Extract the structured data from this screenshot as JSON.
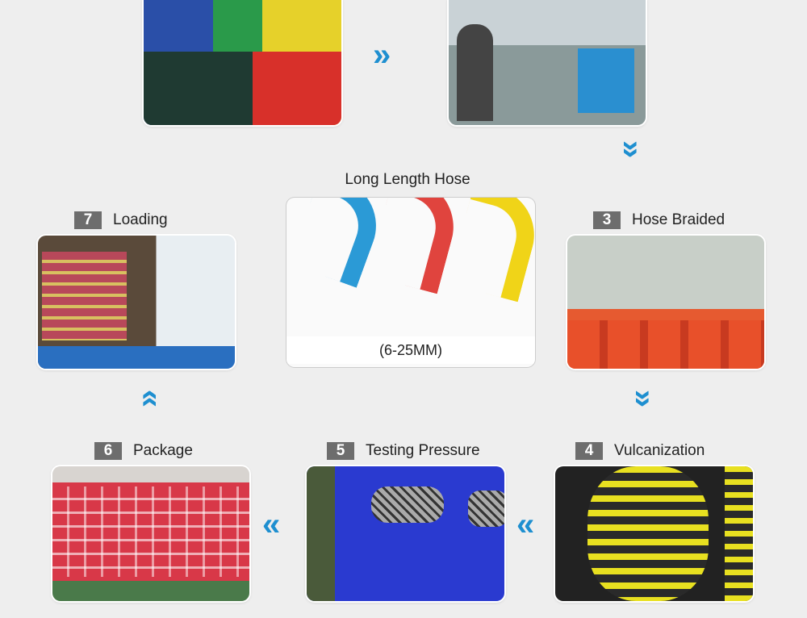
{
  "center": {
    "title": "Long Length Hose",
    "caption": "(6-25MM)"
  },
  "steps": [
    {
      "number": "3",
      "label": "Hose Braided"
    },
    {
      "number": "4",
      "label": "Vulcanization"
    },
    {
      "number": "5",
      "label": "Testing Pressure"
    },
    {
      "number": "6",
      "label": "Package"
    },
    {
      "number": "7",
      "label": "Loading"
    }
  ],
  "colors": {
    "arrow": "#1e8fd0",
    "badge": "#6d6d6d",
    "background": "#eeeeee"
  },
  "icons": {
    "arrow_right": "double-chevron-right",
    "arrow_down": "double-chevron-down",
    "arrow_left": "double-chevron-left",
    "arrow_up": "double-chevron-up"
  }
}
